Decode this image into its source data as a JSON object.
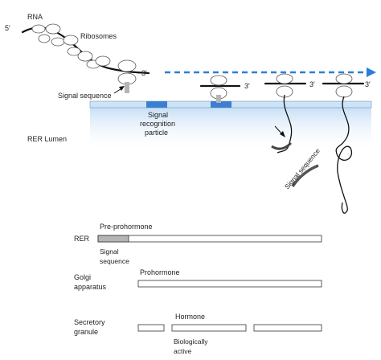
{
  "colors": {
    "membrane_fill": "#cfe3f7",
    "srp_receptor": "#3b7fd0",
    "arrow_blue": "#2b7fd6",
    "lumen_gradient_top": "#bcd8f5",
    "signal_gray": "#b5b5b5"
  },
  "top": {
    "five_prime": "5′",
    "rna": "RNA",
    "ribosomes": "Ribosomes",
    "three_prime_1": "3′",
    "signal_sequence": "Signal sequence",
    "srp_line1": "Signal",
    "srp_line2": "recognition",
    "srp_line3": "particle",
    "lumen": "RER Lumen",
    "three_prime_2": "3′",
    "three_prime_3": "3′",
    "three_prime_4": "3′",
    "cleaved_signal": "Signal sequence"
  },
  "bottom": {
    "rer": "RER",
    "pre_prohormone": "Pre-prohormone",
    "signal_line1": "Signal",
    "signal_line2": "sequence",
    "golgi_line1": "Golgi",
    "golgi_line2": "apparatus",
    "prohormone": "Prohormone",
    "secretory_line1": "Secretory",
    "secretory_line2": "granule",
    "hormone": "Hormone",
    "bio_line1": "Biologically",
    "bio_line2": "active"
  }
}
